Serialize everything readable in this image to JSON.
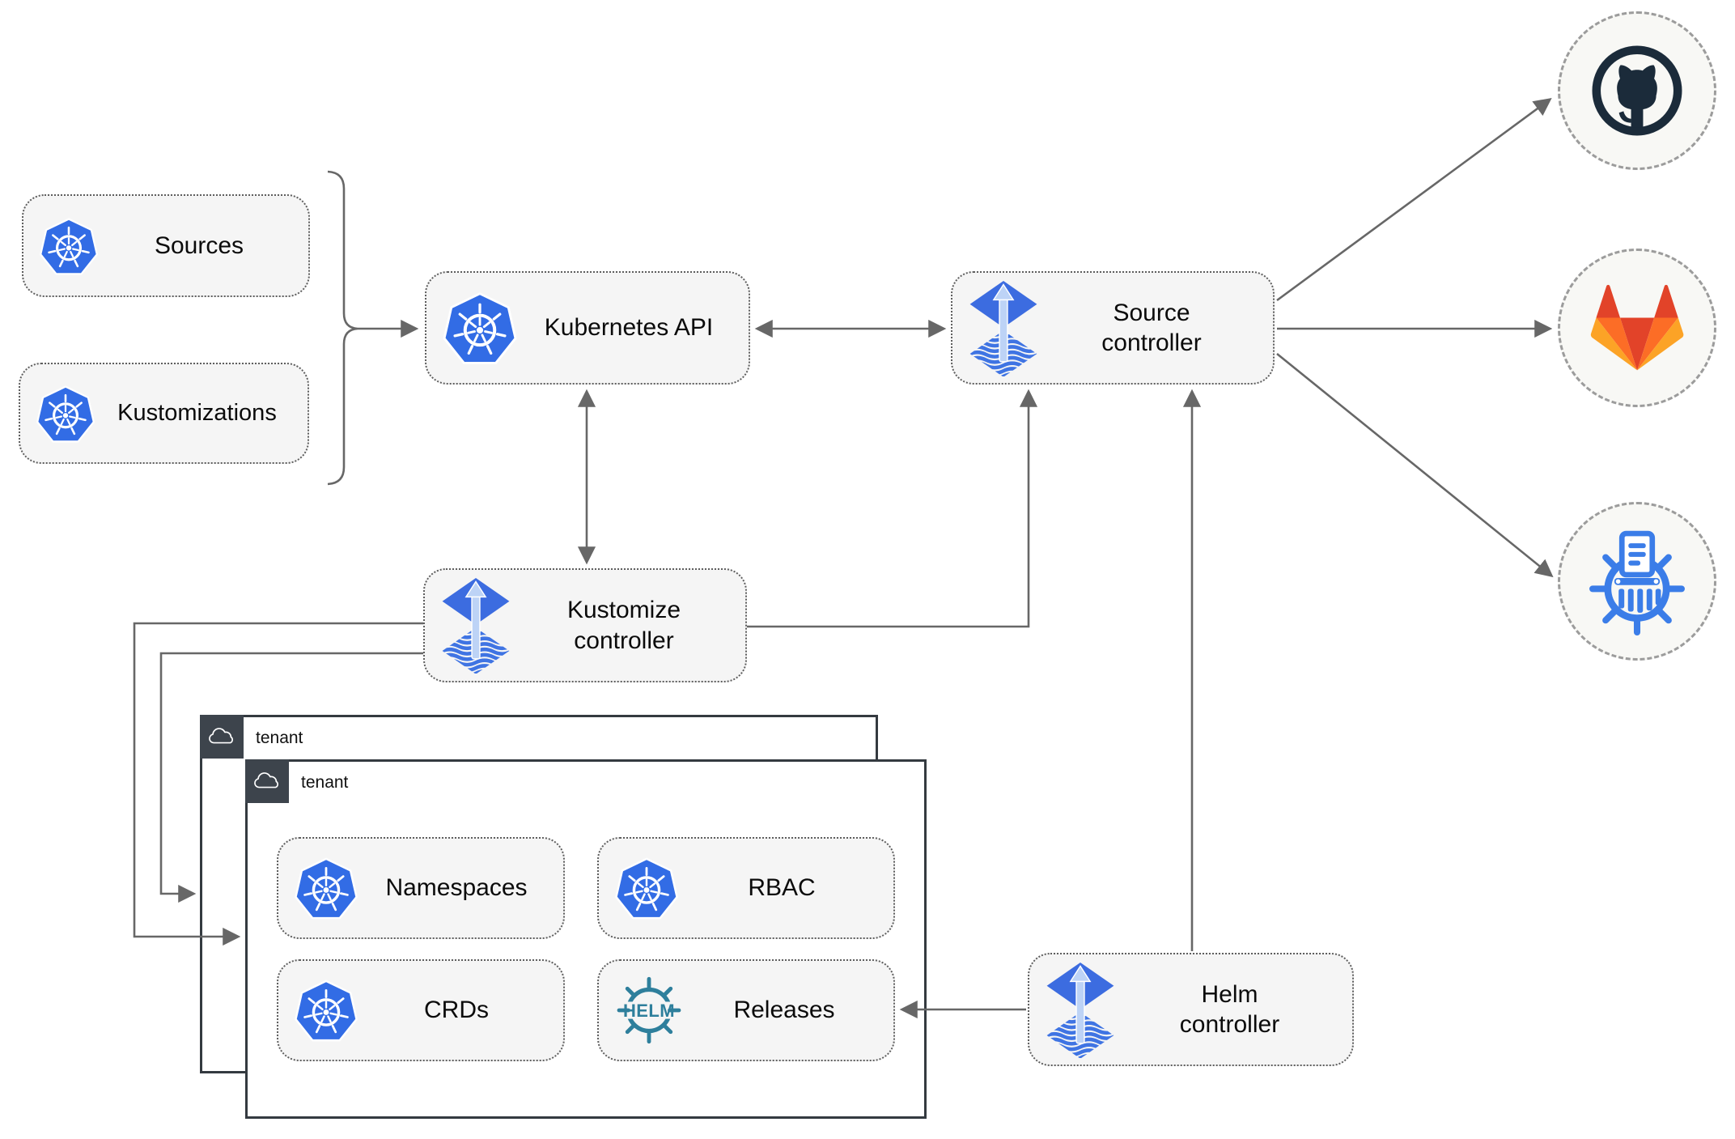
{
  "diagram": {
    "nodes": {
      "sources": {
        "label": "Sources",
        "icon": "kubernetes-logo"
      },
      "kustomizations": {
        "label": "Kustomizations",
        "icon": "kubernetes-logo"
      },
      "kubernetes_api": {
        "label": "Kubernetes API",
        "icon": "kubernetes-logo"
      },
      "source_controller": {
        "label": "Source\ncontroller",
        "icon": "flux-logo"
      },
      "kustomize_controller": {
        "label": "Kustomize\ncontroller",
        "icon": "flux-logo"
      },
      "helm_controller": {
        "label": "Helm\ncontroller",
        "icon": "flux-logo"
      },
      "namespaces": {
        "label": "Namespaces",
        "icon": "kubernetes-logo"
      },
      "rbac": {
        "label": "RBAC",
        "icon": "kubernetes-logo"
      },
      "crds": {
        "label": "CRDs",
        "icon": "kubernetes-logo"
      },
      "releases": {
        "label": "Releases",
        "icon": "helm-logo"
      }
    },
    "tenants": [
      {
        "label": "tenant",
        "icon": "cloud"
      },
      {
        "label": "tenant",
        "icon": "cloud"
      }
    ],
    "external_targets": [
      {
        "name": "github",
        "icon": "github-logo"
      },
      {
        "name": "gitlab",
        "icon": "gitlab-logo"
      },
      {
        "name": "kustomize",
        "icon": "kustomize-logo"
      }
    ],
    "helm_logo_text": "HELM",
    "colors": {
      "kubernetes_blue": "#326ce5",
      "flux_blue": "#3c6ce0",
      "flux_light_blue": "#bdd3f6",
      "helm_teal": "#2e7f9c",
      "github_navy": "#1b2b3a",
      "gitlab_orange": "#e24329",
      "gitlab_mid_orange": "#fc6d26",
      "gitlab_light_orange": "#fca326",
      "kustomize_blue": "#3b7de8",
      "line_gray": "#676767",
      "node_fill": "#f5f5f5",
      "node_border": "#5e5e5e",
      "tenant_border": "#343a40",
      "tenant_tab": "#3d444c"
    }
  }
}
